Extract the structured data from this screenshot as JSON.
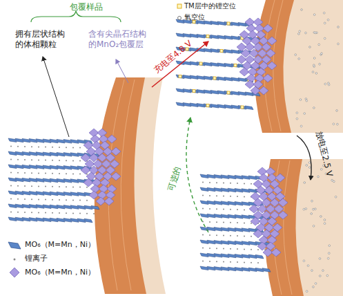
{
  "diagram": {
    "labels": [
      "包覆样品",
      "拥有层状结构的体相颗粒",
      "含有尖晶石结构的MnO₂包覆层",
      "充电至4.8 V",
      "可逆的",
      "放电至2.5 V"
    ],
    "legend": [
      {
        "text": "TM层中的锂空位"
      },
      {
        "text": "氧空位"
      },
      {
        "text": "MO₆（M=Mn，Ni）"
      },
      {
        "text": "锂离子"
      },
      {
        "text": "MO₆（M=Mn，Ni）"
      }
    ]
  }
}
